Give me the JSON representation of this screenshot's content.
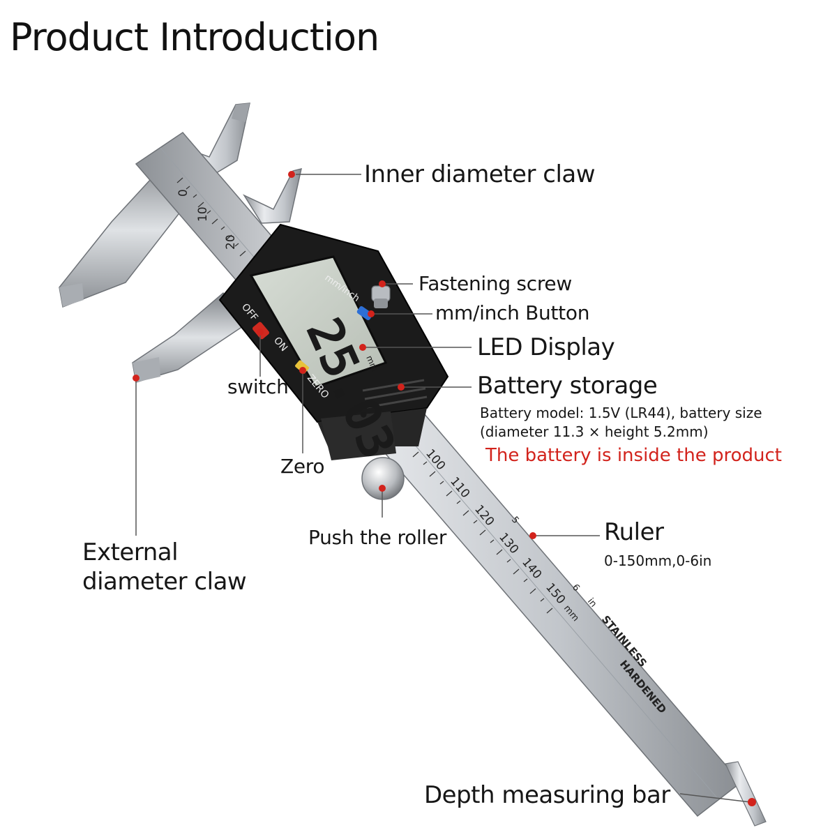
{
  "title": "Product Introduction",
  "labels": {
    "inner_claw": "Inner diameter claw",
    "fastening_screw": "Fastening screw",
    "mm_inch_button": "mm/inch Button",
    "led_display": "LED Display",
    "battery_storage": "Battery storage",
    "battery_model": "Battery model: 1.5V (LR44), battery size",
    "battery_size": "(diameter 11.3 × height 5.2mm)",
    "battery_note": "The battery is inside the product",
    "switch": "switch",
    "zero": "Zero",
    "push_roller": "Push the roller",
    "ruler": "Ruler",
    "ruler_range": "0-150mm,0-6in",
    "external_claw_1": "External",
    "external_claw_2": "diameter claw",
    "depth_bar": "Depth measuring bar"
  },
  "device": {
    "lcd_reading": "25.03",
    "lcd_unit": "mm",
    "btn_mm_inch": "mm/inch",
    "btn_off": "OFF",
    "btn_on": "ON",
    "btn_zero": "ZERO",
    "ruler_numbers": [
      "0",
      "10",
      "20",
      "100",
      "110",
      "120",
      "130",
      "140",
      "150"
    ],
    "inch_numbers": [
      "5",
      "6"
    ],
    "unit_in": "in",
    "unit_mm": "mm",
    "stamp_1": "STAINLESS",
    "stamp_2": "HARDENED"
  },
  "colors": {
    "accent": "#d2231c",
    "metal": "#c9ccd0",
    "body": "#1c1c1c",
    "lcd": "#c9d1c8",
    "button_blue": "#2d6fd6",
    "button_red": "#d02a20",
    "button_yellow": "#e8c23a"
  }
}
